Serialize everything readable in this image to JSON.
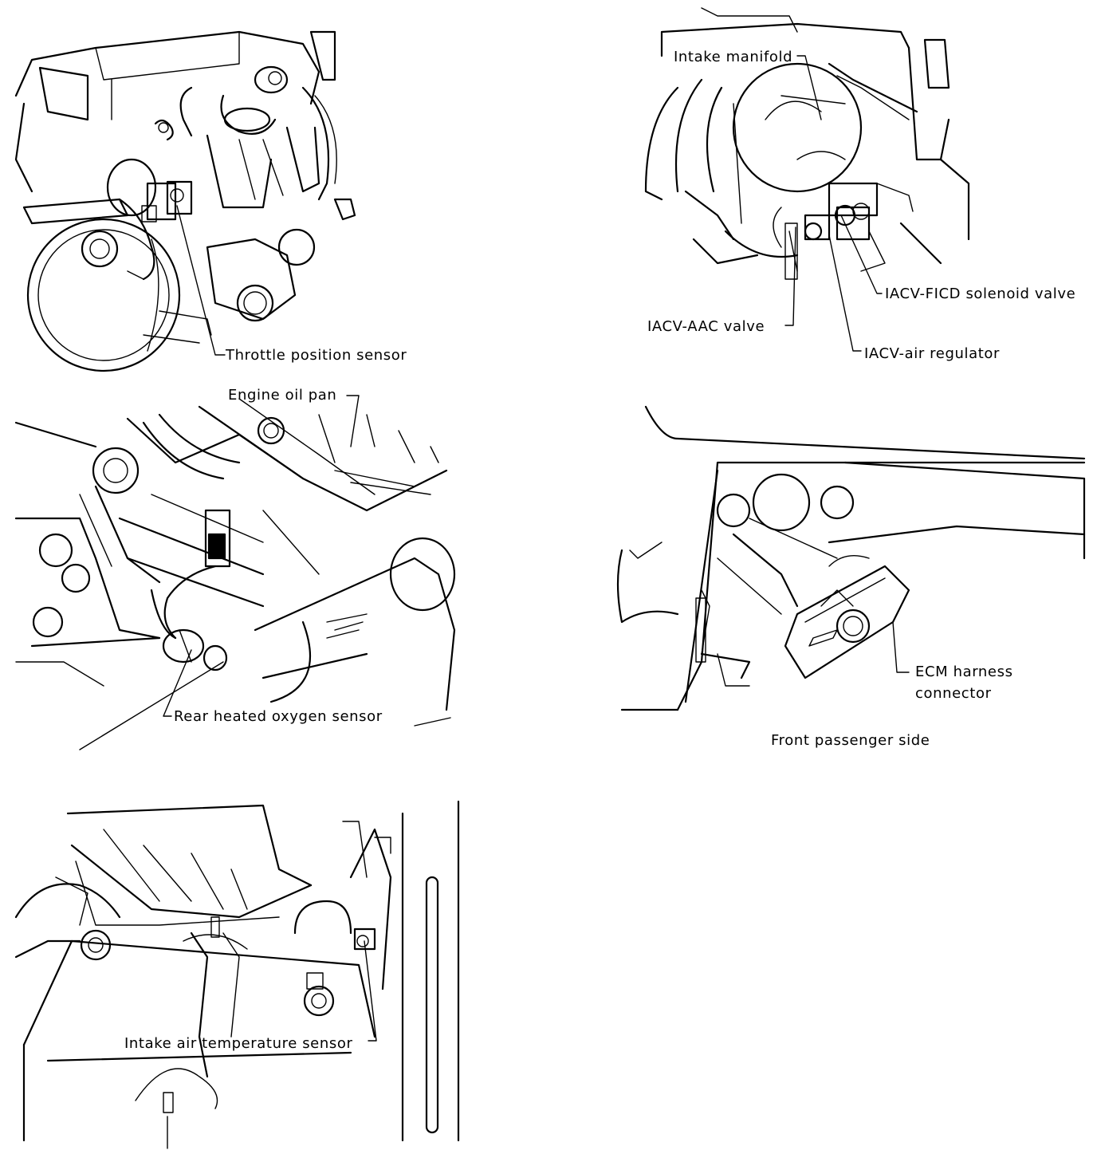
{
  "panels": {
    "throttle": {
      "label": "Throttle position sensor"
    },
    "intake_valves": {
      "intake_manifold": "Intake manifold",
      "iacv_ficd": "IACV-FICD solenoid valve",
      "iacv_aac": "IACV-AAC valve",
      "iacv_air_regulator": "IACV-air regulator"
    },
    "oxygen": {
      "oil_pan": "Engine oil pan",
      "rear_sensor": "Rear heated oxygen sensor"
    },
    "ecm": {
      "connector_line1": "ECM harness",
      "connector_line2": "connector",
      "caption": "Front passenger side"
    },
    "intake_air": {
      "label": "Intake air temperature sensor"
    }
  }
}
